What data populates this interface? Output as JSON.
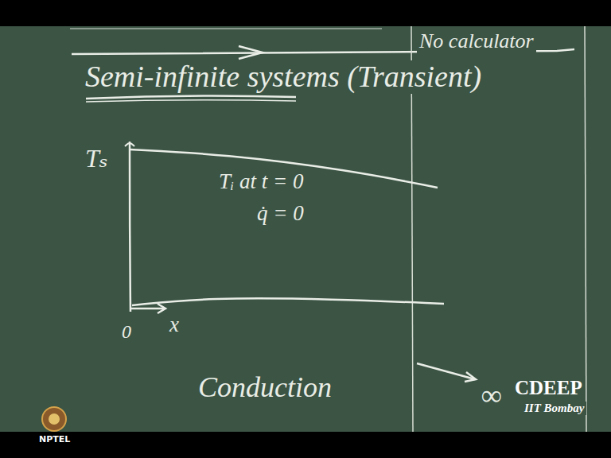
{
  "diagram": {
    "title": "Semi-infinite systems (Transient)",
    "nodes": [
      {
        "text": [
          "Tᵢ at t = 0",
          "q̇ = 0"
        ]
      }
    ],
    "labels": [
      "No calculator",
      "Tₛ",
      "0",
      "x",
      "∞",
      "Conduction",
      "CDEEP",
      "IIT Bombay",
      "NPTEL"
    ]
  }
}
